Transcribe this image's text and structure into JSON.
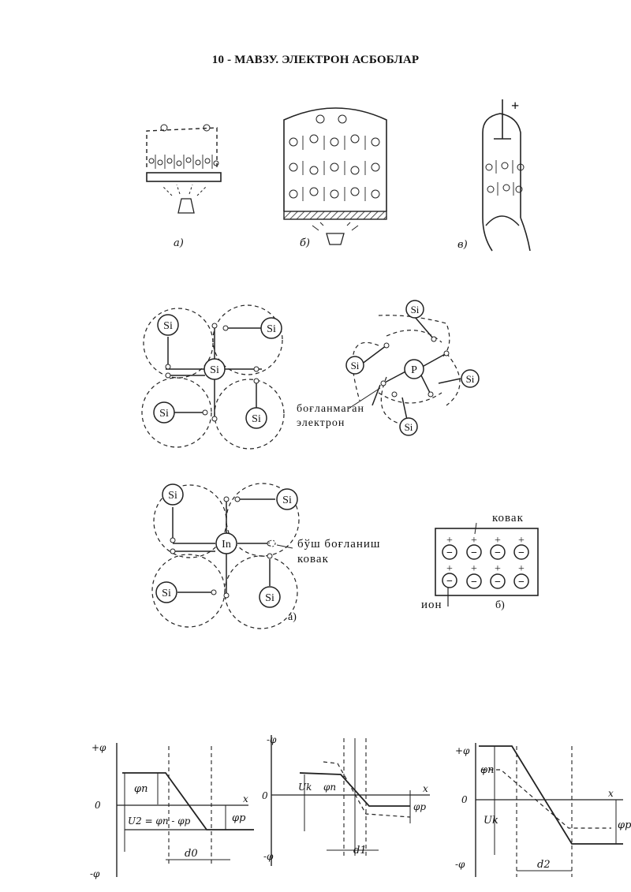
{
  "page": {
    "title": "10 - МАВЗУ. ЭЛЕКТРОН АСБОБЛАР"
  },
  "fig_emission": {
    "label_a": "а)",
    "label_b": "б)",
    "label_c": "в)",
    "plus_sign": "+"
  },
  "fig_lattice_si": {
    "center_atom": "Si",
    "neighbor_atom": "Si"
  },
  "fig_lattice_p": {
    "center_atom": "P",
    "neighbor_atom": "Si",
    "caption_line1": "боғланмаган",
    "caption_line2": "электрон"
  },
  "fig_lattice_in": {
    "center_atom": "In",
    "neighbor_atom": "Si",
    "caption_line1": "бўш боғланиш",
    "caption_line2": "ковак",
    "panel_label": "а)"
  },
  "fig_acceptor": {
    "hole_label": "ковак",
    "ion_label": "ион",
    "panel_label": "б)",
    "plus_sign": "+",
    "minus_sign": "−"
  },
  "fig_potential": {
    "axis_plus_phi": "+φ",
    "axis_minus_phi": "-φ",
    "axis_zero": "0",
    "axis_x": "x",
    "left": {
      "phi_n": "φn",
      "phi_p": "φp",
      "formula": "U2 = φn - φp",
      "width": "d0"
    },
    "middle": {
      "u_k": "Uk",
      "phi_n": "φn",
      "phi_p": "φp",
      "width": "d1",
      "minus_phi": "-φ"
    },
    "right": {
      "phi_n": "φn",
      "u_k": "Uk",
      "phi_p": "φp",
      "width": "d2"
    }
  }
}
